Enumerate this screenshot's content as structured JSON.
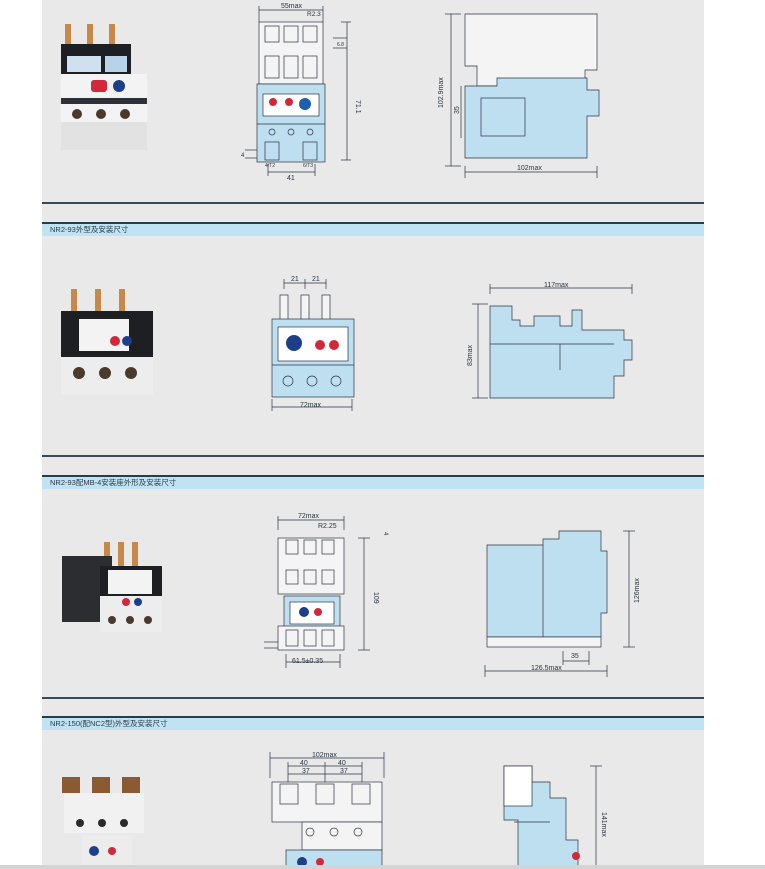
{
  "sections": [
    {
      "title": "",
      "dims": {
        "top_width": "55max",
        "radius": "R2.3",
        "small_dim": "6.8",
        "height_right": "71.1",
        "bottom_width": "41",
        "side_height": "102.9max",
        "side_inner": "35",
        "side_width": "102max",
        "front_label_l": "4",
        "terminal_labels": [
          "4/T2",
          "6/T3"
        ]
      }
    },
    {
      "title": "NR2-93外型及安装尺寸",
      "dims": {
        "pitch_a": "21",
        "pitch_b": "21",
        "front_width": "72max",
        "side_width": "117max",
        "side_height": "83max"
      }
    },
    {
      "title": "NR2-93配MB-4安装座外形及安装尺寸",
      "dims": {
        "top_width": "72max",
        "radius": "R2.25",
        "small_dim": "4",
        "height": "109",
        "bottom_width": "61.5±0.35",
        "side_height": "126max",
        "side_inner": "35",
        "side_width": "126.5max"
      }
    },
    {
      "title": "NR2-150(配NC2型)外型及安装尺寸",
      "dims": {
        "top_width": "102max",
        "pitch_a": "40",
        "pitch_b": "40",
        "pitch_c": "37",
        "pitch_d": "37",
        "side_height": "141max"
      }
    }
  ],
  "colors": {
    "band": "#bfe3f2",
    "rule": "#2a3b4c",
    "sheet": "#e9e9e9",
    "drawing_fill": "#bddff0",
    "line": "#2b3440"
  }
}
